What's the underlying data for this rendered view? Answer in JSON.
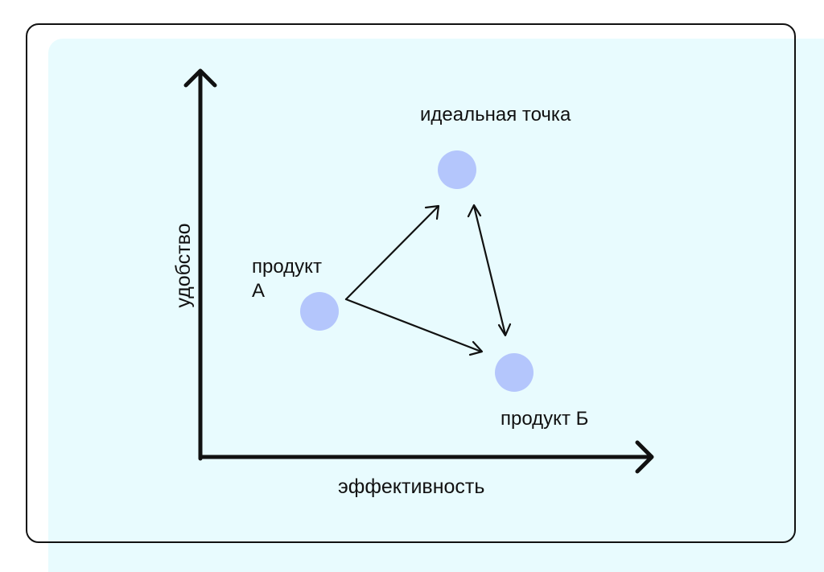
{
  "colors": {
    "background": "#e8fbfe",
    "node": "#b4c6fc",
    "stroke": "#111111"
  },
  "axes": {
    "x_label": "эффективность",
    "y_label": "удобство"
  },
  "nodes": {
    "ideal": {
      "label": "идеальная точка"
    },
    "product_a": {
      "label_line1": "продукт",
      "label_line2": "А"
    },
    "product_b": {
      "label": "продукт Б"
    }
  },
  "edges": [
    {
      "from": "product_a",
      "to": "ideal",
      "direction": "forward"
    },
    {
      "from": "product_a",
      "to": "product_b",
      "direction": "forward"
    },
    {
      "from": "ideal",
      "to": "product_b",
      "direction": "both"
    }
  ]
}
